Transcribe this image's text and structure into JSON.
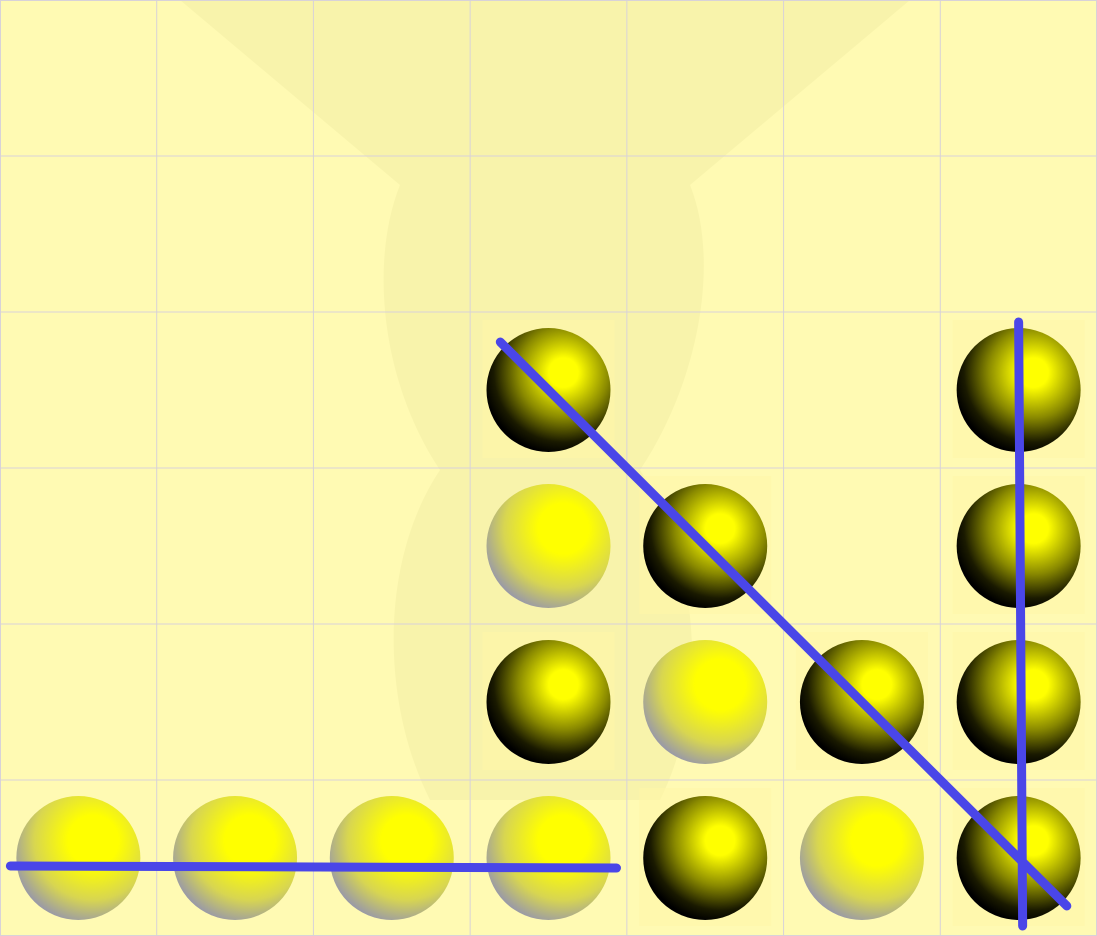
{
  "game": {
    "columns": 7,
    "rows": 6,
    "board": [
      [
        null,
        null,
        null,
        null,
        null,
        null,
        null
      ],
      [
        null,
        null,
        null,
        null,
        null,
        null,
        null
      ],
      [
        null,
        null,
        null,
        "dark",
        null,
        null,
        "dark"
      ],
      [
        null,
        null,
        null,
        "light",
        "dark",
        null,
        "dark"
      ],
      [
        null,
        null,
        null,
        "dark",
        "light",
        "dark",
        "dark"
      ],
      [
        "light",
        "light",
        "light",
        "light",
        "dark",
        "light",
        "dark"
      ]
    ],
    "winning_lines": [
      {
        "name": "horizontal",
        "from": [
          5,
          0
        ],
        "to": [
          5,
          3
        ]
      },
      {
        "name": "diagonal",
        "from": [
          2,
          3
        ],
        "to": [
          5,
          6
        ]
      },
      {
        "name": "vertical",
        "from": [
          2,
          6
        ],
        "to": [
          5,
          6
        ]
      }
    ]
  },
  "colors": {
    "board_background": "#fffab3",
    "board_watermark": "#f5f0a8",
    "grid_line": "#d8d2d8",
    "piece_highlight": "#ffff00",
    "dark_piece_edge": "#000000",
    "light_piece_edge": "#9e9e9e",
    "win_line": "#4a46e8",
    "cell_glow": "#fff7a8"
  },
  "icons": {
    "dark_piece": "dark-disc-icon",
    "light_piece": "light-disc-icon"
  }
}
